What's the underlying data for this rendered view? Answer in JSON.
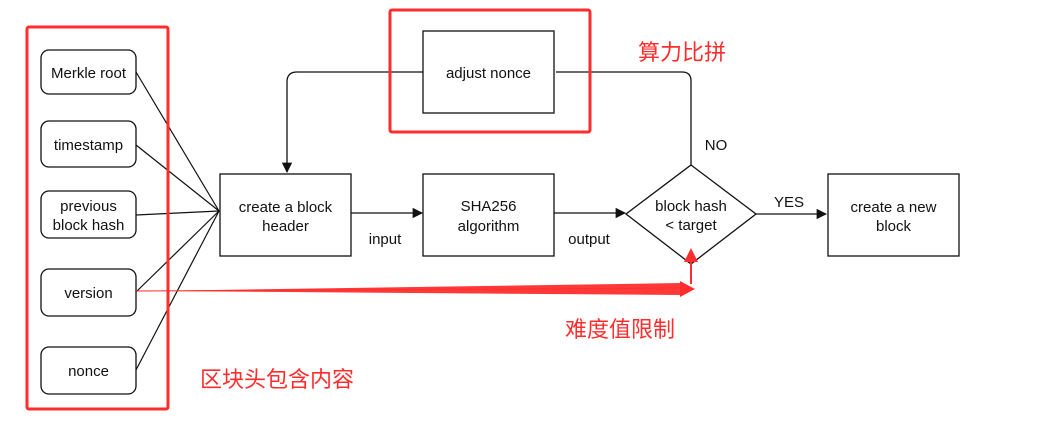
{
  "diagram": {
    "header_fields": [
      {
        "id": "merkle-root",
        "lines": [
          "Merkle root"
        ]
      },
      {
        "id": "timestamp",
        "lines": [
          "timestamp"
        ]
      },
      {
        "id": "previous-block-hash",
        "lines": [
          "previous",
          "block hash"
        ]
      },
      {
        "id": "version",
        "lines": [
          "version"
        ]
      },
      {
        "id": "nonce",
        "lines": [
          "nonce"
        ]
      }
    ],
    "create_header": {
      "lines": [
        "create a block",
        "header"
      ]
    },
    "sha256": {
      "lines": [
        "SHA256",
        "algorithm"
      ]
    },
    "adjust_nonce": {
      "lines": [
        "adjust nonce"
      ]
    },
    "decision": {
      "lines": [
        "block hash",
        "< target"
      ]
    },
    "create_block": {
      "lines": [
        "create a new",
        "block"
      ]
    },
    "edge_labels": {
      "input": "input",
      "output": "output",
      "yes": "YES",
      "no": "NO"
    }
  },
  "annotations": {
    "header_contents": "区块头包含内容",
    "hash_power": "算力比拼",
    "difficulty_limit": "难度值限制",
    "color": "#ff2d2d"
  }
}
